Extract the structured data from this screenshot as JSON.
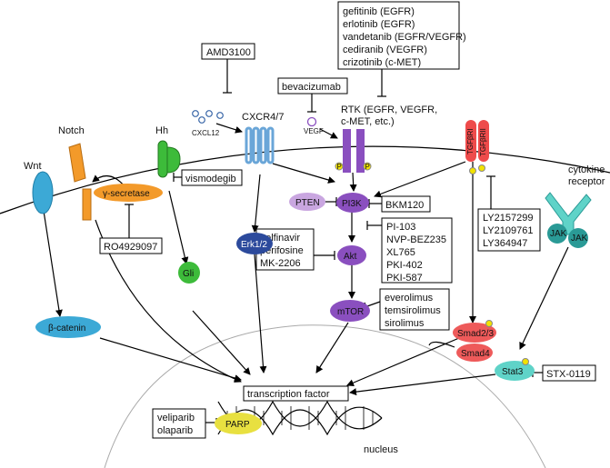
{
  "receptors": {
    "wnt": "Wnt",
    "notch": "Notch",
    "hh": "Hh",
    "cxcr": "CXCR4/7",
    "cxcl12": "CXCL12",
    "vegf": "VEGF",
    "rtk_line1": "RTK (EGFR, VEGFR,",
    "rtk_line2": "c-MET, etc.)",
    "tgfbr": "TGFβRI",
    "tgfbr2": "TGFβRII",
    "cytokine_line1": "cytokine",
    "cytokine_line2": "receptor",
    "jak": "JAK",
    "phospho": "P"
  },
  "nodes": {
    "gamma_secretase": "γ-secretase",
    "beta_catenin": "β-catenin",
    "gli": "Gli",
    "erk": "Erk1/2",
    "pten": "PTEN",
    "pi3k": "PI3K",
    "akt": "Akt",
    "mtor": "mTOR",
    "smad23": "Smad2/3",
    "smad4": "Smad4",
    "stat3": "Stat3",
    "parp": "PARP",
    "transcription_factor": "transcription factor",
    "nucleus": "nucleus"
  },
  "drugs": {
    "rtk_inhibitors": [
      "gefitinib (EGFR)",
      "erlotinib (EGFR)",
      "vandetanib (EGFR/VEGFR)",
      "cediranib (VEGFR)",
      "crizotinib (c-MET)"
    ],
    "amd3100": "AMD3100",
    "bevacizumab": "bevacizumab",
    "vismodegib": "vismodegib",
    "ro4929097": "RO4929097",
    "bkm120": "BKM120",
    "pi3k_inhibitors": [
      "PI-103",
      "NVP-BEZ235",
      "XL765",
      "PKI-402",
      "PKI-587"
    ],
    "akt_inhibitors": [
      "nelfinavir",
      "perifosine",
      "MK-2206"
    ],
    "mtor_inhibitors": [
      "everolimus",
      "temsirolimus",
      "sirolimus"
    ],
    "tgfb_inhibitors": [
      "LY2157299",
      "LY2109761",
      "LY364947"
    ],
    "stx": "STX-0119",
    "parp_inhibitors": [
      "veliparib",
      "olaparib"
    ]
  },
  "colors": {
    "wnt": "#3ca9d6",
    "notch": "#f39a2a",
    "hh": "#3dbb3a",
    "cxcr": "#6aa6d8",
    "rtk": "#8a4fbf",
    "pi3k": "#8a4fbf",
    "pten": "#c9a6e0",
    "erk": "#2c4a9c",
    "tgfbr": "#ee4b4b",
    "smad": "#ee5a5a",
    "jak": "#2a9a96",
    "stat3": "#5fd3c8",
    "parp": "#e8e040",
    "phospho": "#f2e200",
    "membrane": "#000000",
    "nucleus_edge": "#aaaaaa"
  }
}
